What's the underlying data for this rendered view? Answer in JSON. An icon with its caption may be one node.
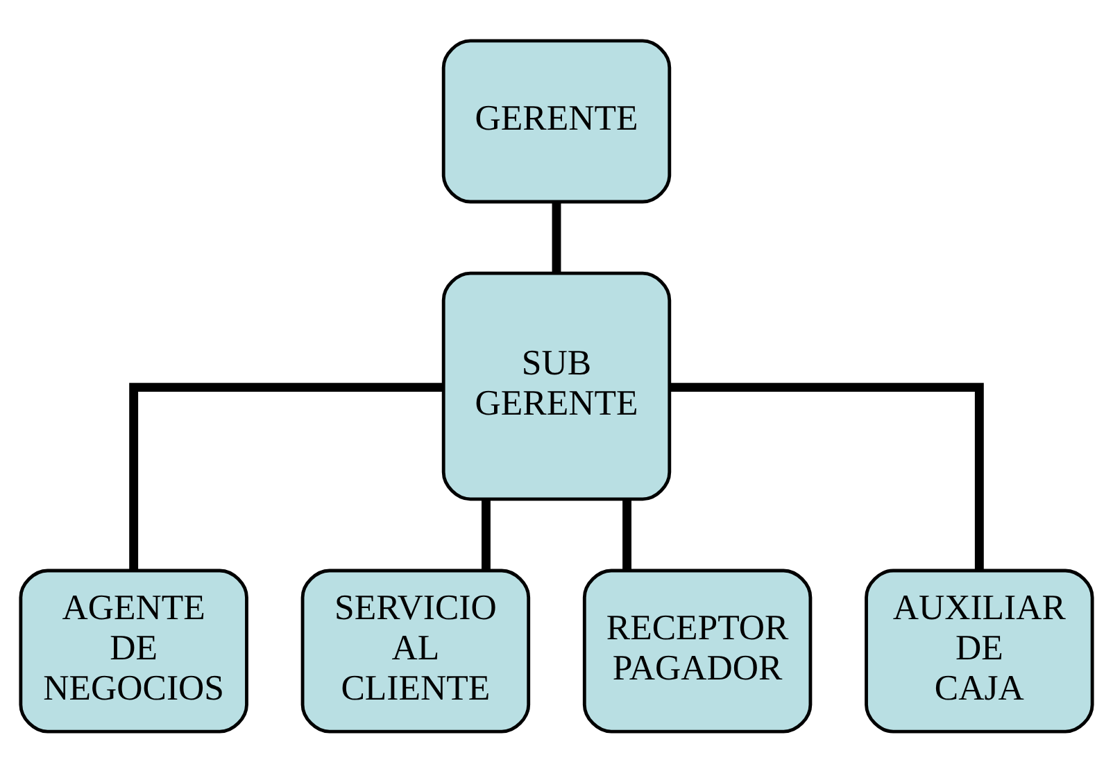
{
  "diagram": {
    "nodes": [
      {
        "text": [
          "GERENTE"
        ]
      },
      {
        "text": [
          "SUB GERENTE"
        ]
      },
      {
        "text": [
          "AGENTE DE NEGOCIOS"
        ]
      },
      {
        "text": [
          "SERVICIO AL CLIENTE"
        ]
      },
      {
        "text": [
          "RECEPTOR PAGADOR"
        ]
      },
      {
        "text": [
          "AUXILIAR DE CAJA"
        ]
      }
    ],
    "edges": [
      {
        "from": 0,
        "to": 1,
        "arrow": "none"
      },
      {
        "from": 1,
        "to": 2,
        "arrow": "none"
      },
      {
        "from": 1,
        "to": 3,
        "arrow": "none"
      },
      {
        "from": 1,
        "to": 4,
        "arrow": "none"
      },
      {
        "from": 1,
        "to": 5,
        "arrow": "none"
      }
    ]
  }
}
